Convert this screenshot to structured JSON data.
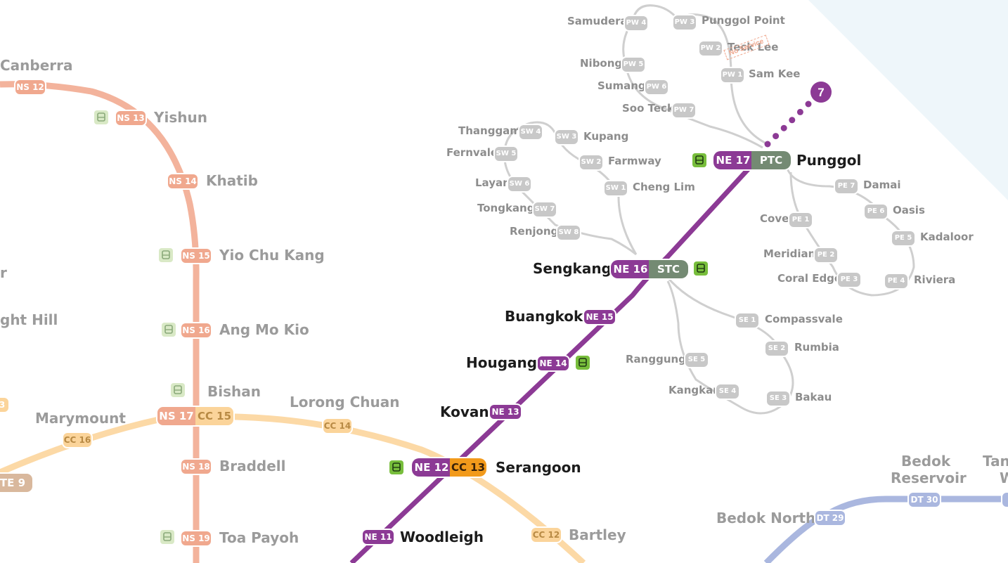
{
  "colors": {
    "north_south": "#f3b39c",
    "circle": "#fcd9a6",
    "north_east": "#8c3a95",
    "lrt": "#cfcfcf",
    "downtown": "#aab7df",
    "thomson_east_coast": "#d9b89d",
    "interchange_bus": "#78be3c",
    "lrt_interchange": "#748a73",
    "serangoon_cc": "#f29a1b"
  },
  "icons": {
    "bus": "bus-icon"
  },
  "future_line_marker": "7",
  "ns_line": {
    "stations": [
      {
        "name": "Canberra",
        "code": "NS 12"
      },
      {
        "name": "Yishun",
        "code": "NS 13"
      },
      {
        "name": "Khatib",
        "code": "NS 14"
      },
      {
        "name": "Yio Chu Kang",
        "code": "NS 15"
      },
      {
        "name": "Ang Mo Kio",
        "code": "NS 16"
      },
      {
        "name": "Bishan",
        "code": "NS 17"
      },
      {
        "name": "Braddell",
        "code": "NS 18"
      },
      {
        "name": "Toa Payoh",
        "code": "NS 19"
      }
    ]
  },
  "cc_line": {
    "stations": [
      {
        "name": "Marymount",
        "code": "CC 16"
      },
      {
        "name": "Bishan",
        "code": "CC 15"
      },
      {
        "name": "Lorong Chuan",
        "code": "CC 14"
      },
      {
        "name": "Serangoon",
        "code": "CC 13"
      },
      {
        "name": "Bartley",
        "code": "CC 12"
      }
    ]
  },
  "ne_line": {
    "stations": [
      {
        "name": "Punggol",
        "code": "NE 17",
        "lrt": "PTC"
      },
      {
        "name": "Sengkang",
        "code": "NE 16",
        "lrt": "STC"
      },
      {
        "name": "Buangkok",
        "code": "NE 15"
      },
      {
        "name": "Hougang",
        "code": "NE 14"
      },
      {
        "name": "Kovan",
        "code": "NE 13"
      },
      {
        "name": "Serangoon",
        "code": "NE 12"
      },
      {
        "name": "Woodleigh",
        "code": "NE 11"
      }
    ]
  },
  "punggol_west": [
    {
      "name": "Samudera",
      "code": "PW 4"
    },
    {
      "name": "Punggol Point",
      "code": "PW 3"
    },
    {
      "name": "Teck Lee",
      "code": "PW 2"
    },
    {
      "name": "Sam Kee",
      "code": "PW 1"
    },
    {
      "name": "Nibong",
      "code": "PW 5"
    },
    {
      "name": "Sumang",
      "code": "PW 6"
    },
    {
      "name": "Soo Teck",
      "code": "PW 7"
    }
  ],
  "no_service_label": "No Service",
  "punggol_east": [
    {
      "name": "Damai",
      "code": "PE 7"
    },
    {
      "name": "Oasis",
      "code": "PE 6"
    },
    {
      "name": "Kadaloor",
      "code": "PE 5"
    },
    {
      "name": "Riviera",
      "code": "PE 4"
    },
    {
      "name": "Coral Edge",
      "code": "PE 3"
    },
    {
      "name": "Meridian",
      "code": "PE 2"
    },
    {
      "name": "Cove",
      "code": "PE 1"
    }
  ],
  "sengkang_west": [
    {
      "name": "Thanggam",
      "code": "SW 4"
    },
    {
      "name": "Kupang",
      "code": "SW 3"
    },
    {
      "name": "Fernvale",
      "code": "SW 5"
    },
    {
      "name": "Farmway",
      "code": "SW 2"
    },
    {
      "name": "Layar",
      "code": "SW 6"
    },
    {
      "name": "Cheng Lim",
      "code": "SW 1"
    },
    {
      "name": "Tongkang",
      "code": "SW 7"
    },
    {
      "name": "Renjong",
      "code": "SW 8"
    }
  ],
  "sengkang_east": [
    {
      "name": "Compassvale",
      "code": "SE 1"
    },
    {
      "name": "Rumbia",
      "code": "SE 2"
    },
    {
      "name": "Bakau",
      "code": "SE 3"
    },
    {
      "name": "Kangkar",
      "code": "SE 4"
    },
    {
      "name": "Ranggung",
      "code": "SE 5"
    }
  ],
  "dt_line": {
    "stations": [
      {
        "name": "Bedok North",
        "code": "DT 29"
      },
      {
        "name": "Bedok Reservoir",
        "line1": "Bedok",
        "line2": "Reservoir",
        "code": "DT 30"
      }
    ],
    "cut_label_line1": "Tan",
    "cut_label_line2": "W"
  },
  "te_line": {
    "code": "TE 9"
  },
  "edge_labels": {
    "partial_1": "r",
    "partial_2": "ght Hill",
    "partial_code": "3"
  }
}
